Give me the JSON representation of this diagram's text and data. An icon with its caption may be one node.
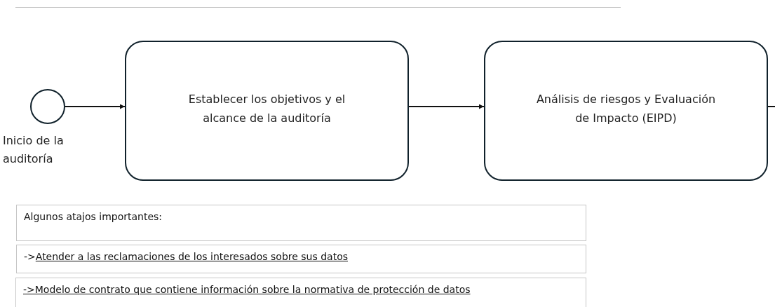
{
  "diagram": {
    "nodes": [
      {
        "text": [],
        "shape": "circle",
        "beside": [
          "Inicio de la auditoría"
        ]
      },
      {
        "text": [
          "Establecer los objetivos y el alcance de la auditoría"
        ]
      },
      {
        "text": [
          "Análisis de riesgos y Evaluación de Impacto (EIPD)"
        ]
      },
      {
        "text": [
          "Algunos atajos importantes:"
        ]
      },
      {
        "text": [
          "->",
          "Atender a las reclamaciones de los interesados sobre sus datos"
        ]
      },
      {
        "text": [
          "->Modelo de contrato que contiene información sobre la normativa de protección de datos"
        ]
      }
    ],
    "edges": [
      {
        "from": 0,
        "to": 1,
        "arrow": "to"
      },
      {
        "from": 1,
        "to": 2,
        "arrow": "to"
      },
      {
        "from": 2,
        "to": null,
        "arrow": "none"
      }
    ]
  }
}
